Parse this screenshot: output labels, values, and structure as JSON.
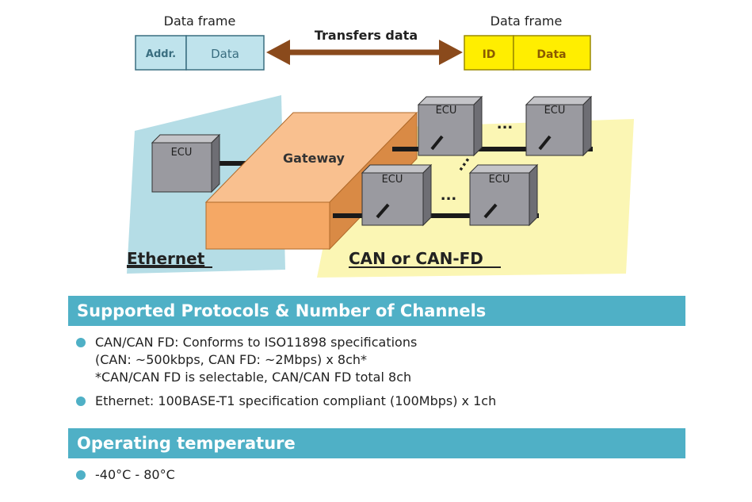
{
  "diagram": {
    "frame_left": {
      "title": "Data frame",
      "cells": [
        "Addr.",
        "Data"
      ]
    },
    "frame_right": {
      "title": "Data frame",
      "cells": [
        "ID",
        "Data"
      ]
    },
    "arrow_label": "Transfers data",
    "gateway_label": "Gateway",
    "ecu_label": "ECU",
    "dots": "...",
    "ethernet_label": "Ethernet",
    "can_label": "CAN or CAN-FD",
    "colors": {
      "ethernet_zone": "#b5dde6",
      "can_zone": "#fbf6b4",
      "gateway": "#f5a865",
      "ecu": "#9a9aa0",
      "arrow": "#8a4a1c",
      "frame_left": "#bfe3ec",
      "frame_right": "#ffee00"
    }
  },
  "sections": [
    {
      "title": "Supported Protocols & Number of Channels",
      "items": [
        {
          "lines": [
            "CAN/CAN FD: Conforms to ISO11898 specifications",
            "(CAN: ~500kbps, CAN FD: ~2Mbps) x 8ch*",
            "*CAN/CAN FD is selectable, CAN/CAN FD total 8ch"
          ]
        },
        {
          "lines": [
            "Ethernet: 100BASE-T1 specification compliant (100Mbps) x 1ch"
          ]
        }
      ]
    },
    {
      "title": "Operating temperature",
      "items": [
        {
          "lines": [
            "-40°C - 80°C"
          ]
        }
      ]
    }
  ]
}
